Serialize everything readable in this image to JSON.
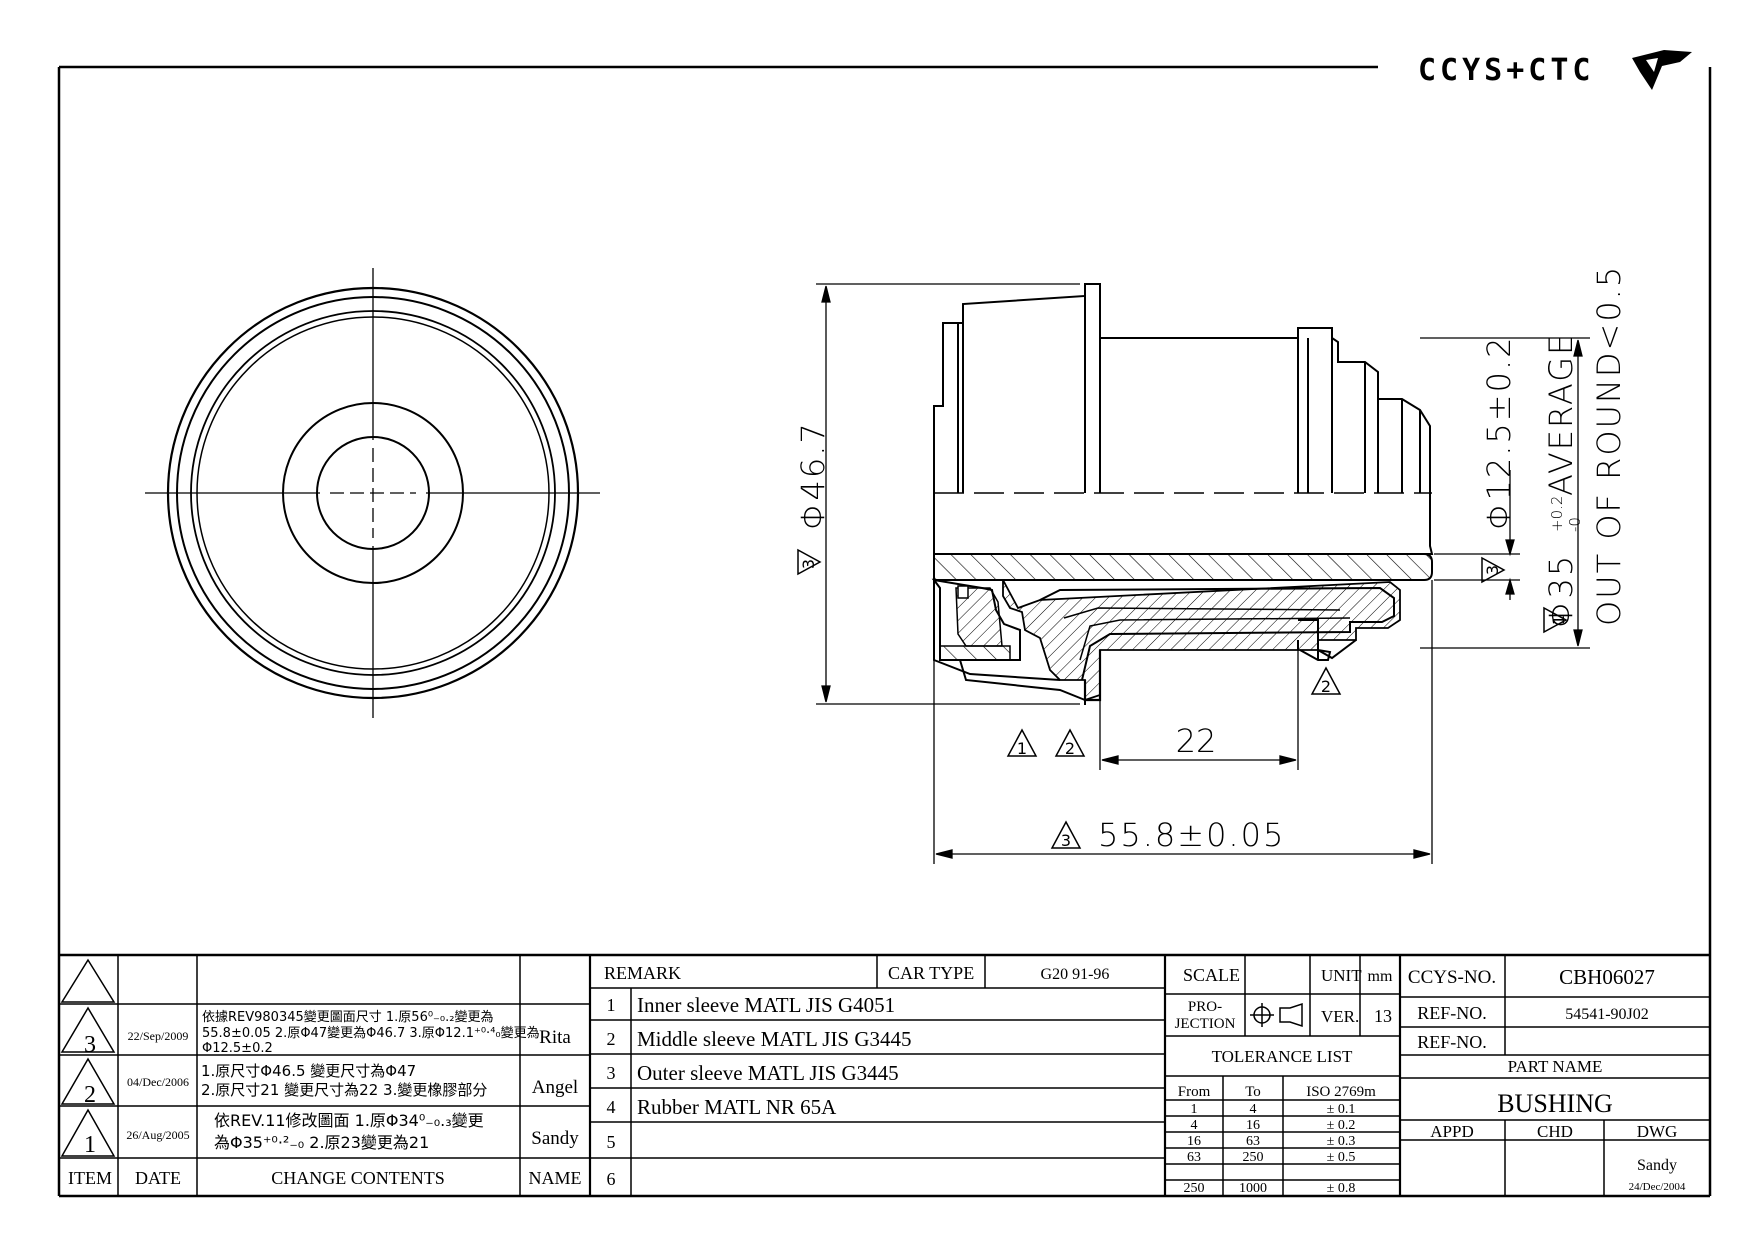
{
  "logo": {
    "text": "CCYS+CTC"
  },
  "dimensions": {
    "outer_diameter": "Φ46.7",
    "bore_diameter": "Φ12.5±0.2",
    "sleeve_diameter": "Φ35",
    "sleeve_tol_upper": "+0.2",
    "sleeve_tol_lower": "-0",
    "sleeve_note1": "AVERAGE",
    "sleeve_note2": "OUT OF ROUND<0.5",
    "length_22": "22",
    "total_length": "55.8±0.05"
  },
  "rev_markers": {
    "r1": "1",
    "r2": "2",
    "r3": "3"
  },
  "revisions": [
    {
      "item": "3",
      "date": "22/Sep/2009",
      "content_line1": "依據REV980345變更圖面尺寸 1.原56⁰₋₀.₂變更為",
      "content_line2": "55.8±0.05 2.原Φ47變更為Φ46.7  3.原Φ12.1⁺⁰·⁴₀變更為",
      "content_line3": "Φ12.5±0.2",
      "name": "Rita"
    },
    {
      "item": "2",
      "date": "04/Dec/2006",
      "content_line1": "1.原尺寸Φ46.5 變更尺寸為Φ47",
      "content_line2": "2.原尺寸21 變更尺寸為22 3.變更橡膠部分",
      "content_line3": "",
      "name": "Angel"
    },
    {
      "item": "1",
      "date": "26/Aug/2005",
      "content_line1": "依REV.11修改圖面 1.原Φ34⁰₋₀.₃變更",
      "content_line2": "為Φ35⁺⁰·²₋₀ 2.原23變更為21",
      "content_line3": "",
      "name": "Sandy"
    }
  ],
  "rev_header": {
    "item": "ITEM",
    "date": "DATE",
    "content": "CHANGE CONTENTS",
    "name": "NAME"
  },
  "remark": {
    "label": "REMARK",
    "car_type_label": "CAR TYPE",
    "car_type": "G20 91-96",
    "rows": [
      {
        "no": "1",
        "text": "Inner sleeve MATL JIS G4051"
      },
      {
        "no": "2",
        "text": "Middle sleeve MATL JIS G3445"
      },
      {
        "no": "3",
        "text": "Outer sleeve MATL JIS G3445"
      },
      {
        "no": "4",
        "text": "Rubber MATL NR 65A"
      },
      {
        "no": "5",
        "text": ""
      },
      {
        "no": "6",
        "text": ""
      }
    ]
  },
  "specs": {
    "scale_label": "SCALE",
    "scale": "",
    "unit_label": "UNIT",
    "unit": "mm",
    "projection_label1": "PRO-",
    "projection_label2": "JECTION",
    "ver_label": "VER.",
    "ver": "13",
    "tolerance_title": "TOLERANCE LIST",
    "tol_headers": [
      "From",
      "To",
      "ISO 2769m"
    ],
    "tol_rows": [
      [
        "1",
        "4",
        "± 0.1"
      ],
      [
        "4",
        "16",
        "± 0.2"
      ],
      [
        "16",
        "63",
        "± 0.3"
      ],
      [
        "63",
        "250",
        "± 0.5"
      ],
      [
        "250",
        "1000",
        "± 0.8"
      ]
    ]
  },
  "titleblock": {
    "ccys_no_label": "CCYS-NO.",
    "ccys_no": "CBH06027",
    "ref_no_label": "REF-NO.",
    "ref_no": "54541-90J02",
    "ref_no2_label": "REF-NO.",
    "ref_no2": "",
    "part_name_label": "PART NAME",
    "part_name": "BUSHING",
    "appd_label": "APPD",
    "chd_label": "CHD",
    "dwg_label": "DWG",
    "dwg_by": "Sandy",
    "dwg_date": "24/Dec/2004"
  }
}
